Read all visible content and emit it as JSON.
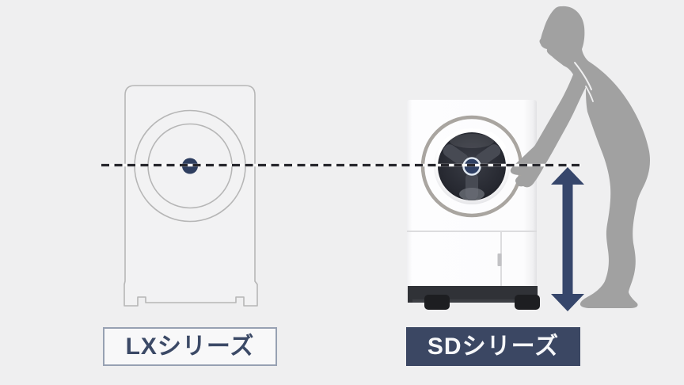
{
  "comparison": {
    "left_product": {
      "label": "LXシリーズ",
      "illustration": "lx-washer-outline",
      "drum_center_marker": true
    },
    "right_product": {
      "label": "SDシリーズ",
      "illustration": "sd-washer-front",
      "drum_center_marker": true
    },
    "annotations": {
      "dashed_line": "drum-center-height-line",
      "arrow": "floor-to-drum-center-height-arrow",
      "person": "person-silhouette-reaching-door"
    }
  },
  "colors": {
    "background": "#efeff0",
    "accent_navy": "#36466b",
    "label_navy": "#3b4763",
    "label_border": "#97a1b3",
    "label_text_navy": "#3b4966",
    "person_gray": "#a1a1a1",
    "outline_gray": "#b6b6b6",
    "dash_black": "#26262c",
    "drum_dark": "#23252c",
    "washer_base_dark": "#303237",
    "center_dot_navy": "#2e3f63"
  }
}
